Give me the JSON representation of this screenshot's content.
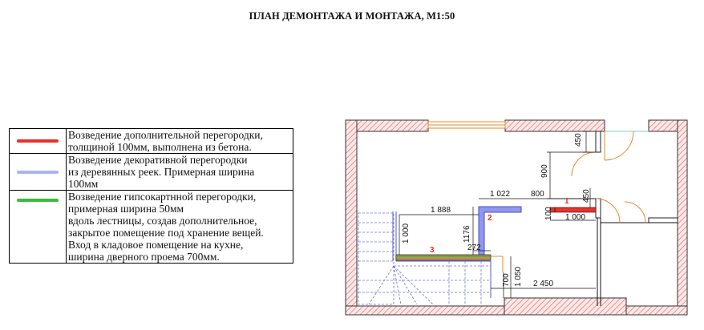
{
  "title": "ПЛАН ДЕМОНТАЖА И МОНТАЖА, М1:50",
  "legend": [
    {
      "color": "#e8322d",
      "lines": [
        "Возведение дополнительной перегородки,",
        "толщиной 100мм, выполнена из бетона."
      ]
    },
    {
      "color": "#a9b4f2",
      "lines": [
        "Возведение декоративной перегородки",
        "из деревянных реек. Примерная ширина",
        "100мм"
      ]
    },
    {
      "color": "#3dbb3d",
      "lines": [
        "Возведение гипсокартнной перегородки,",
        "примерная ширина 50мм",
        "вдоль лестницы, создав дополнительное,",
        "закрытое помещение под хранение вещей.",
        "Вход в кладовое помещение на кухне,",
        "ширина дверного проема 700мм."
      ]
    }
  ],
  "dimensions": {
    "d450_top": "450",
    "d900": "900",
    "d1022": "1 022",
    "d800": "800",
    "d450_right": "450",
    "d1888": "1 888",
    "d1000_left": "1 000",
    "d1176": "1176",
    "d272": "272",
    "d100": "100",
    "d1000_bottom": "1 000",
    "d700": "700",
    "d1050": "1 050",
    "d2450": "2 450"
  },
  "markers": {
    "m1": "1",
    "m2": "2",
    "m3": "3"
  },
  "colors": {
    "red": "#e8322d",
    "blue": "#6d74d6",
    "orange": "#e8892b",
    "hatch": "#e36a6a"
  }
}
